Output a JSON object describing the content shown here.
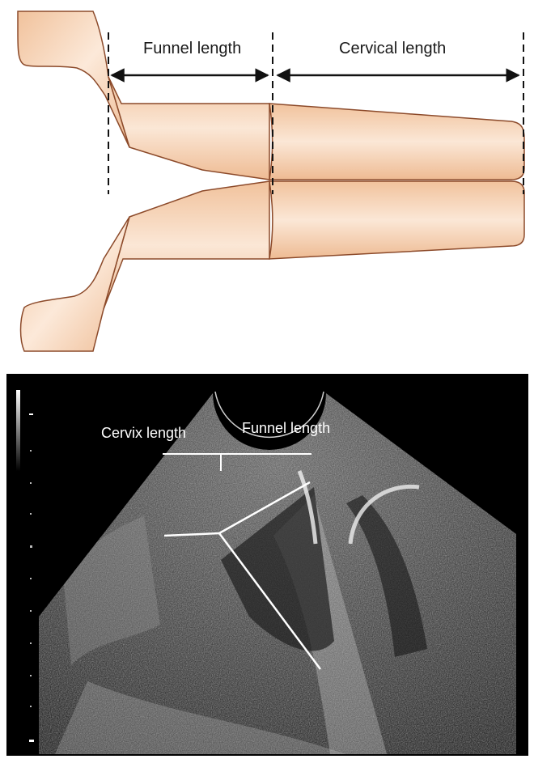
{
  "diagram": {
    "funnel_label": "Funnel length",
    "cervical_label": "Cervical length",
    "colors": {
      "tissue_fill": "#f3c9a5",
      "tissue_light": "#fbe6d4",
      "tissue_stroke": "#8c4a2a",
      "line": "#111111"
    }
  },
  "ultrasound": {
    "cervix_label": "Cervix length",
    "funnel_label": "Funnel length",
    "colors": {
      "background": "#000000",
      "measure_line": "#ffffff"
    }
  }
}
